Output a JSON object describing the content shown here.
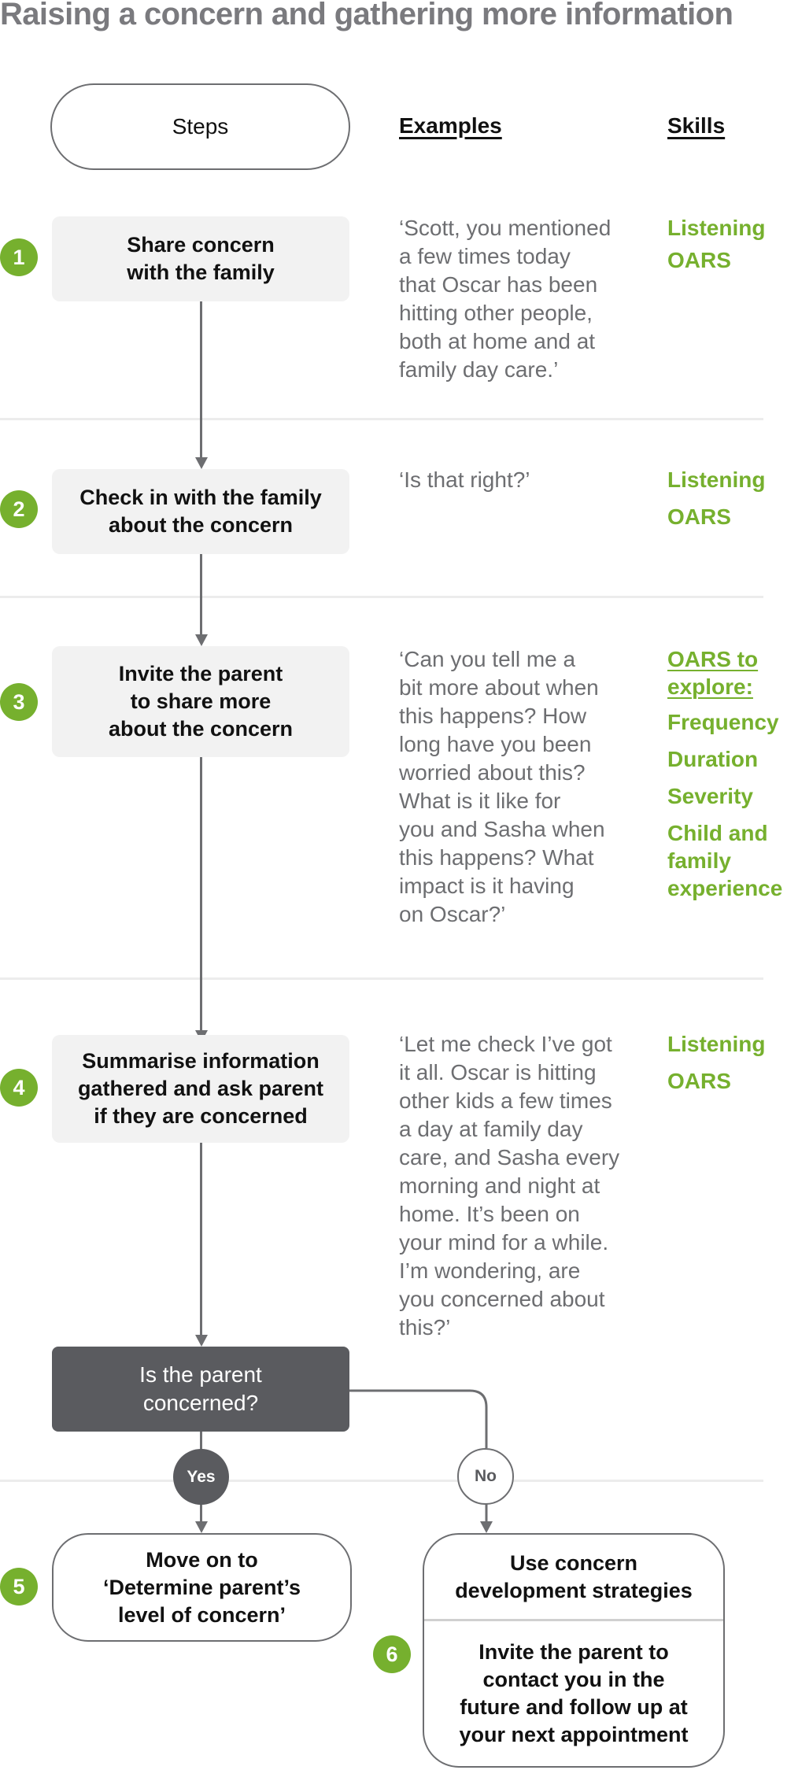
{
  "title": "Raising a concern and gathering more information",
  "headers": {
    "steps": "Steps",
    "examples": "Examples",
    "skills": "Skills"
  },
  "colors": {
    "accent_green": "#76b02e",
    "dark_gray": "#5a5b5f",
    "text_gray": "#6d6e71",
    "box_bg": "#f2f2f2"
  },
  "steps": [
    {
      "number": "1",
      "label_lines": [
        "Share concern",
        "with the family"
      ],
      "example": "‘Scott, you mentioned a few times today that Oscar has been hitting other people, both at home and at family day care.’",
      "example_lines": [
        "‘Scott, you mentioned",
        "a few times today",
        "that Oscar has been",
        "hitting other people,",
        "both at home and at",
        "family day care.’"
      ],
      "skills": [
        "Listening",
        "OARS"
      ]
    },
    {
      "number": "2",
      "label_lines": [
        "Check in with the family",
        "about the concern"
      ],
      "example_lines": [
        "‘Is that right?’"
      ],
      "skills": [
        "Listening",
        "OARS"
      ]
    },
    {
      "number": "3",
      "label_lines": [
        "Invite the parent",
        "to share more",
        "about the concern"
      ],
      "example_lines": [
        "‘Can you tell me a",
        "bit more about when",
        "this happens? How",
        "long have you been",
        "worried about this?",
        "What is it like for",
        "you and Sasha when",
        "this happens? What",
        "impact is it having",
        "on Oscar?’"
      ],
      "skills_heading_lines": [
        "OARS to",
        "explore:"
      ],
      "skills": [
        "Frequency",
        "Duration",
        "Severity",
        "Child and family experience"
      ],
      "skills_last_lines": [
        "Child and",
        "family",
        "experience"
      ]
    },
    {
      "number": "4",
      "label_lines": [
        "Summarise information",
        "gathered and ask parent",
        "if they are concerned"
      ],
      "example_lines": [
        "‘Let me check I’ve got",
        "it all. Oscar is hitting",
        "other kids a few times",
        "a day at family day",
        "care, and Sasha every",
        "morning and night at",
        "home. It’s been on",
        "your mind for a while.",
        "I’m wondering, are",
        "you concerned about",
        "this?’"
      ],
      "skills": [
        "Listening",
        "OARS"
      ]
    }
  ],
  "decision": {
    "question_lines": [
      "Is the parent",
      "concerned?"
    ],
    "yes_label": "Yes",
    "no_label": "No"
  },
  "outcomes": {
    "step5": {
      "number": "5",
      "label_lines": [
        "Move on to",
        "‘Determine parent’s",
        "level of concern’"
      ]
    },
    "step6": {
      "number": "6",
      "top_lines": [
        "Use concern",
        "development strategies"
      ],
      "bottom_lines": [
        "Invite the parent to",
        "contact you in the",
        "future and follow up at",
        "your next appointment"
      ]
    }
  }
}
